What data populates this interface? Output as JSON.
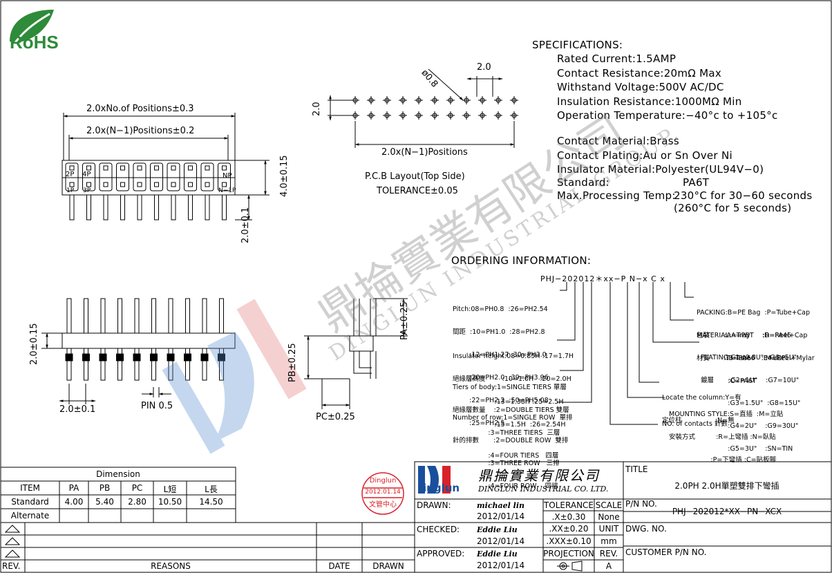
{
  "logo": {
    "rohs": "RoHS"
  },
  "specifications": {
    "title": "SPECIFICATIONS:",
    "lines": [
      "Rated Current:1.5AMP",
      "Contact Resistance:20mΩ Max",
      "Withstand Voltage:500V AC/DC",
      "Insulation Resistance:1000MΩ Min",
      "Operation Temperature:−40°c to +105°c"
    ],
    "lines2": [
      "Contact Material:Brass",
      "Contact Plating:Au or Sn Over Ni",
      "Insulator Material:Polyester(UL94V−0)"
    ],
    "standard_label": "Standard:",
    "standard_value": "PA6T",
    "processing_label": "Max.Processing Temp:",
    "processing_1": "230°C for 30−60 seconds",
    "processing_2": "(260°C for 5 seconds)"
  },
  "front_view": {
    "dim_total": "2.0xNo.of Positions±0.3",
    "dim_n1": "2.0x(N−1)Positions±0.2",
    "dim_height": "4.0±0.15",
    "dim_pin": "2.0±0.1",
    "labels": {
      "l2p": "2P",
      "l4p": "4P",
      "l1p": "1P",
      "l3p": "3P",
      "np": "NP",
      "n1p": "N−1P"
    }
  },
  "pcb_layout": {
    "dim_pitch_top": "2.0",
    "dim_row": "2.0",
    "dim_hole": "ø0.8",
    "dim_positions": "2.0x(N−1)Positions",
    "title": "P.C.B Layout(Top Side)",
    "tolerance": "TOLERANCE±0.05"
  },
  "side_view": {
    "dim_body": "2.0±0.15",
    "dim_pitch": "2.0±0.1",
    "dim_pin": "PIN  0.5"
  },
  "right_angle": {
    "pa": "PA±0.25",
    "pb": "PB±0.25",
    "pc": "PC±0.25"
  },
  "ordering": {
    "title": "ORDERING  INFORMATION:",
    "code": "PHJ−202012＊xx−P N−x  C  x",
    "pitch": [
      "Pitch:08=PH0.8  :26=PH2.54",
      "間距  :10=PH1.0  :28=PH2.8",
      "        :12=PH1.27 :30=PH3.0",
      "        :20=PH2.0  :39=PH3.96",
      "        :22=PH2.2  :50=PH5.08",
      "        :25=PH2.5"
    ],
    "insulator": [
      "Insulator height:08=0.85H :17=1.7H",
      "絕緣層高度        :10=1.0H   :20=2.0H",
      "                    :13=1.38H :25=2.5H",
      "                    :15=1.5H  :26=2.54H"
    ],
    "tiers": [
      "Tiers of body:1=SINGLE TIERS 單層",
      "絕緣層數量    :2=DOUBLE TIERS 雙層",
      "                 :3=THREE TIERS  三層",
      "                 :4=FOUR TIERS   四層"
    ],
    "rows": [
      "Number of row:1=SINGLE ROW  單排",
      "針的排數       :2=DOUBLE ROW  雙排",
      "                 :3=THREE ROW   三排",
      "                 :4=FOUR ROW    四排"
    ],
    "packing": [
      "PACKING:B=PE Bag  :P=Tube+Cap",
      "包裝       :A=Tray      :R=Reel+Cap",
      "             :T=Tube      :M=Reel+Mylar"
    ],
    "material": [
      "MATERIAL:A=PBT    :D=PA46",
      "材質        :B=PA66   :E=LCP",
      "               :C=PA6T"
    ],
    "plating": [
      "PLATING:G1=0.8U\"  :G6=5U\"",
      "鍍層       :G2=1U\"    :G7=10U\"",
      "             :G3=1.5U\"  :G8=15U\"",
      "             :G4=2U\"    :G9=30U\"",
      "             :G5=3U\"    :SN=TIN"
    ],
    "locate": [
      "Locate the column:Y=有",
      "定位柱                :N=無"
    ],
    "mounting": [
      "MOUNTING STYLE:S=直插  :M=立貼",
      "安裝方式          :R=上彎插 :N=臥貼",
      "                    :P=下彎插 :C=貼板腳"
    ],
    "contacts": "NO. of contacts 針數"
  },
  "dimension_table": {
    "title": "Dimension",
    "headers": [
      "ITEM",
      "PA",
      "PB",
      "PC",
      "L短",
      "L長"
    ],
    "rows": [
      [
        "Standard",
        "4.00",
        "5.40",
        "2.80",
        "10.50",
        "14.50"
      ],
      [
        "Alternate",
        "",
        "",
        "",
        "",
        ""
      ]
    ]
  },
  "revision": {
    "rev": "REV.",
    "reasons": "REASONS",
    "date": "DATE",
    "drawn": "DRAWN"
  },
  "stamp": {
    "top": "Dinglun",
    "date": "2012.01.14",
    "bottom": "文管中心"
  },
  "title_block": {
    "company_cn": "鼎掄實業有限公司",
    "company_en": "DINGLUN INDUSTRIAL CO. LTD.",
    "logo_text": "inglun",
    "title_label": "TITLE",
    "title_value": "2.0PH  2.0H單塑雙排下彎插",
    "drawn_label": "DRAWN:",
    "drawn_name": "michael lin",
    "drawn_date": "2012/01/14",
    "checked_label": "CHECKED:",
    "checked_name": "Eddie Liu",
    "checked_date": "2012/01/14",
    "approved_label": "APPROVED:",
    "approved_name": "Eddie Liu",
    "approved_date": "2012/01/14",
    "tolerance_label": "TOLERANCE",
    "scale_label": "SCALE",
    "tol1": ".X±0.30",
    "tol2": ".XX±0.20",
    "tol3": ".XXX±0.10",
    "scale_value": "None",
    "unit_label": "UNIT",
    "unit_value": "mm",
    "projection_label": "PROJECTION",
    "rev_label": "REV.",
    "rev_value": "A",
    "pn_label": "P/N NO.",
    "pn_value": "PHJ−202012*XX−PN−XCX",
    "dwg_label": "DWG. NO.",
    "customer_label": "CUSTOMER P/N NO."
  },
  "watermark": {
    "cn": "鼎掄實業有限公司",
    "en": "DINGLUN INDUSTRIAL GROUP."
  }
}
